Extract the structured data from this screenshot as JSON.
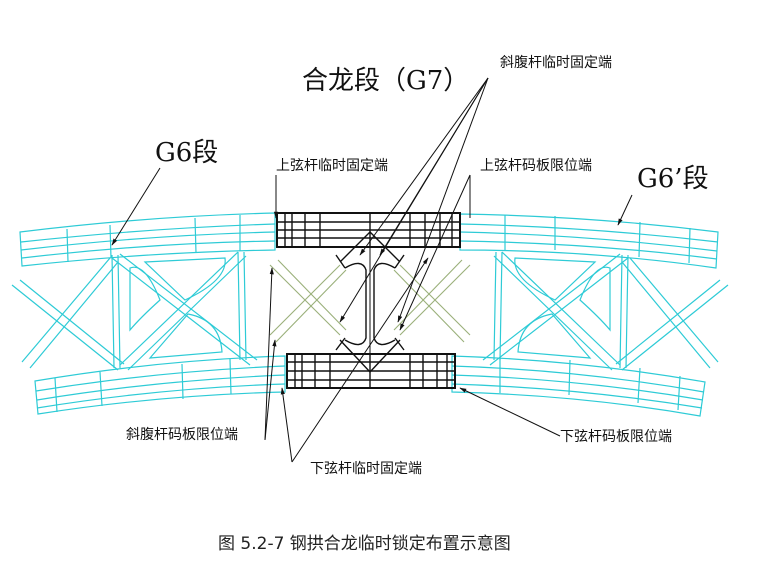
{
  "labels": {
    "closure_segment": "合龙段（G7）",
    "diagonal_temp_fixed": "斜腹杆临时固定端",
    "g6": "G6段",
    "g6_prime": "G6’段",
    "upper_chord_temp_fixed": "上弦杆临时固定端",
    "upper_chord_plate_limit": "上弦杆码板限位端",
    "diagonal_plate_limit": "斜腹杆码板限位端",
    "lower_chord_temp_fixed": "下弦杆临时固定端",
    "lower_chord_plate_limit": "下弦杆码板限位端"
  },
  "caption": "图 5.2-7  钢拱合龙临时锁定布置示意图",
  "colors": {
    "segment": "#2ecbd6",
    "closure_diagonal": "#9ab07a",
    "closure": "#111111"
  }
}
